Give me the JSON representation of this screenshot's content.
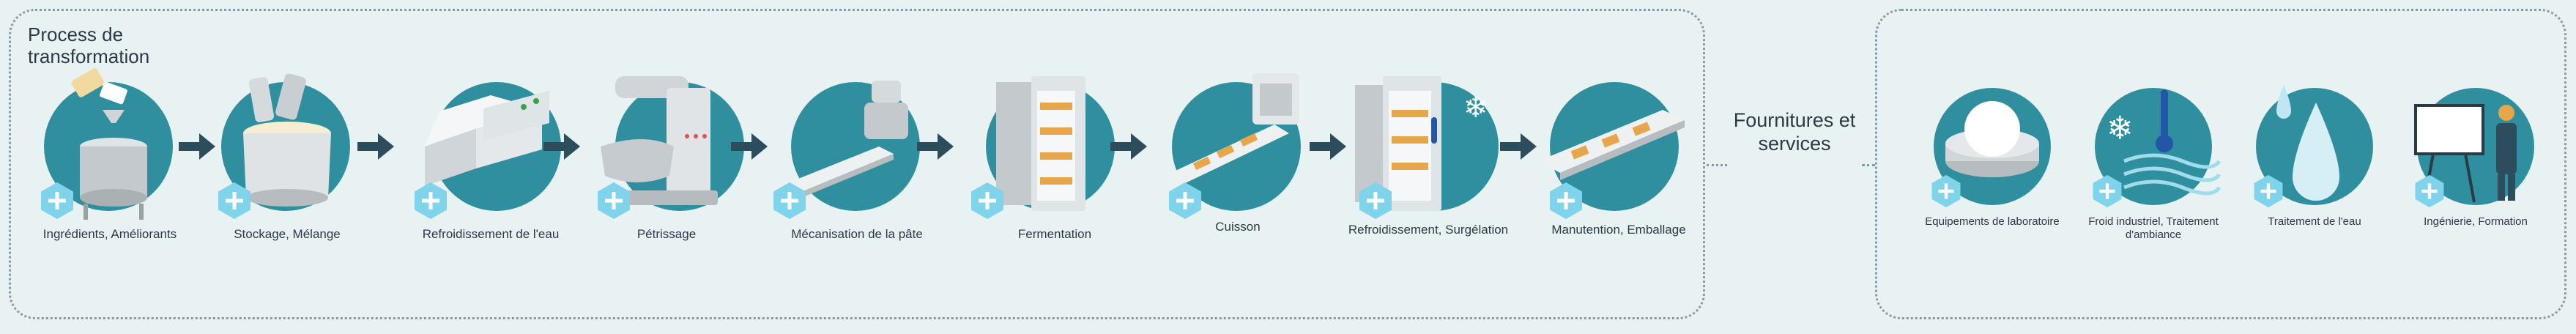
{
  "process": {
    "title": "Process de transformation",
    "steps": [
      {
        "label": "Ingrédients, Améliorants",
        "icon": "ingredients-icon"
      },
      {
        "label": "Stockage, Mélange",
        "icon": "mixing-tank-icon"
      },
      {
        "label": "Refroidissement de l'eau",
        "icon": "water-cooler-icon"
      },
      {
        "label": "Pétrissage",
        "icon": "kneader-icon"
      },
      {
        "label": "Mécanisation de la pâte",
        "icon": "dough-line-icon"
      },
      {
        "label": "Fermentation",
        "icon": "proofer-icon"
      },
      {
        "label": "Cuisson",
        "icon": "oven-icon"
      },
      {
        "label": "Refroidissement, Surgélation",
        "icon": "freezer-icon"
      },
      {
        "label": "Manutention, Emballage",
        "icon": "conveyor-icon"
      }
    ]
  },
  "services": {
    "title": "Fournitures et services",
    "items": [
      {
        "label": "Equipements de laboratoire",
        "icon": "lab-equipment-icon"
      },
      {
        "label": "Froid industriel, Traitement d'ambiance",
        "icon": "refrigeration-icon"
      },
      {
        "label": "Traitement de l'eau",
        "icon": "water-drop-icon"
      },
      {
        "label": "Ingénierie, Formation",
        "icon": "training-board-icon"
      }
    ]
  },
  "colors": {
    "accent": "#2f8f9e",
    "plus_badge": "#7fd3ea",
    "arrow": "#2d4c5c",
    "text": "#2b3a44",
    "background": "#e9f2f3"
  }
}
